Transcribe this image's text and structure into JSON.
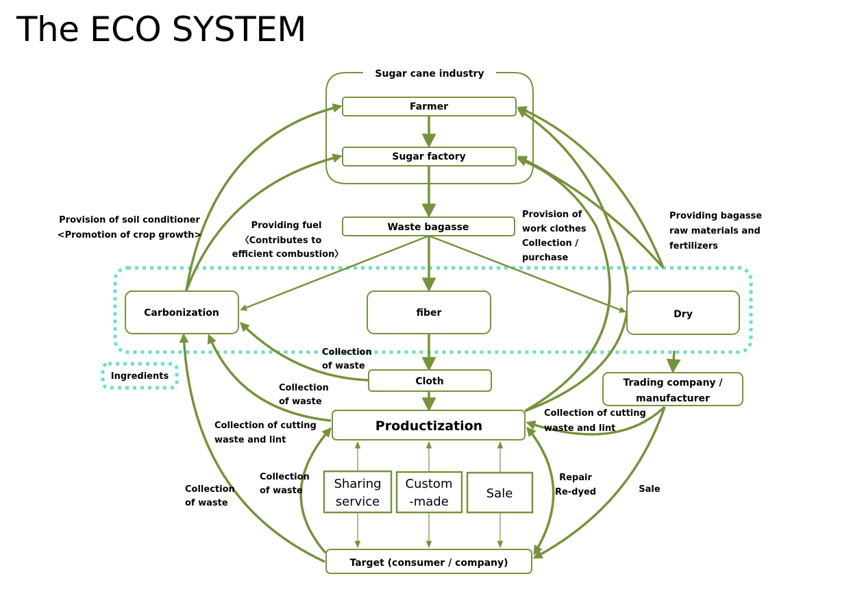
{
  "title": "The ECO SYSTEM",
  "colors": {
    "line": "#76923c",
    "dotted_group": "#6fe0c4",
    "text": "#000000"
  },
  "groups": {
    "sugar_cane_industry": "Sugar cane industry"
  },
  "nodes": {
    "farmer": "Farmer",
    "sugar_factory": "Sugar factory",
    "waste_bagasse": "Waste bagasse",
    "carbonization": "Carbonization",
    "fiber": "fiber",
    "dry": "Dry",
    "ingredients": "Ingredients",
    "cloth": "Cloth",
    "trading_company": [
      "Trading company /",
      "manufacturer"
    ],
    "productization": "Productization",
    "sharing_service": [
      "Sharing",
      "service"
    ],
    "custom_made": [
      "Custom",
      "-made"
    ],
    "sale_box": "Sale",
    "target": "Target (consumer / company)"
  },
  "edge_labels": {
    "soil_conditioner": [
      "Provision of soil conditioner",
      "<Promotion of crop growth>"
    ],
    "providing_fuel": [
      "Providing fuel",
      "〈Contributes to",
      "efficient combustion〉"
    ],
    "work_clothes": [
      "Provision of",
      "work clothes",
      "Collection /",
      "purchase"
    ],
    "bagasse_raw": [
      "Providing bagasse",
      "raw materials and",
      "fertilizers"
    ],
    "collection_cloth": [
      "Collection",
      "of waste"
    ],
    "collection_prod": [
      "Collection",
      "of waste"
    ],
    "cutting_left": [
      "Collection of cutting",
      "waste and lint"
    ],
    "cutting_right": [
      "Collection of cutting",
      "waste and lint"
    ],
    "collection_target_outer": [
      "Collection",
      "of waste"
    ],
    "collection_target_inner": [
      "Collection",
      "of waste"
    ],
    "repair": [
      "Repair",
      "Re-dyed"
    ],
    "sale_edge": "Sale"
  }
}
